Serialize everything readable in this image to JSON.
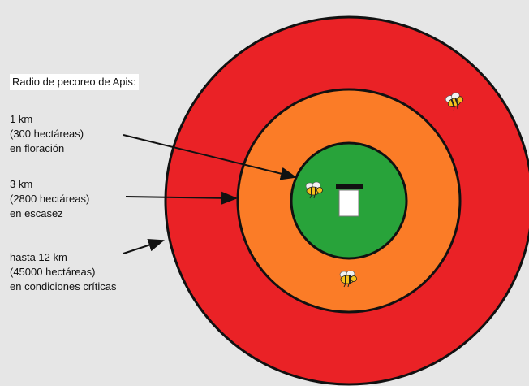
{
  "title": "Radio de pecoreo de Apis:",
  "zones": [
    {
      "lines": [
        "1 km",
        "(300 hectáreas)",
        "en floración"
      ],
      "color": "#28a33a"
    },
    {
      "lines": [
        "3 km",
        "(2800 hectáreas)",
        "en escasez"
      ],
      "color": "#fb7c27"
    },
    {
      "lines": [
        "hasta 12 km",
        "(45000 hectáreas)",
        "en condiciones críticas"
      ],
      "color": "#ea2226"
    }
  ],
  "icons": [
    "beehive-icon",
    "bee-icon"
  ]
}
